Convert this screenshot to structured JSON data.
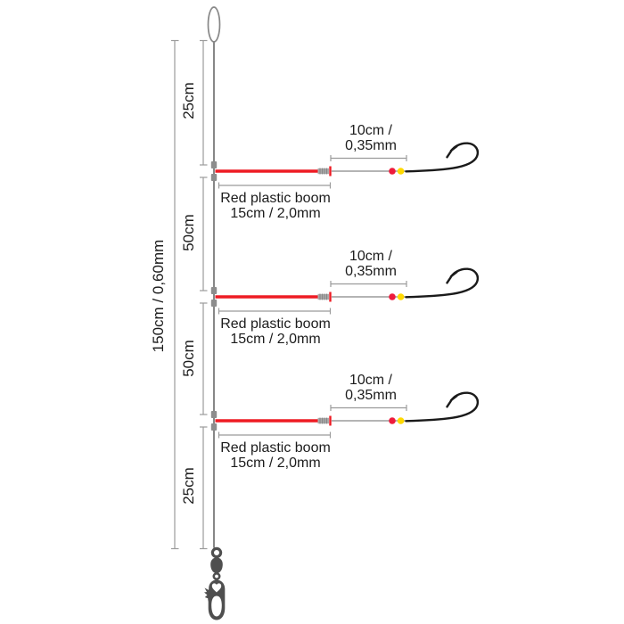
{
  "measurements": {
    "total_label": "150cm / 0,60mm",
    "segments": [
      "25cm",
      "50cm",
      "50cm",
      "25cm"
    ]
  },
  "booms": [
    {
      "leader_line1": "10cm /",
      "leader_line2": "0,35mm",
      "boom_line1": "Red plastic boom",
      "boom_line2": "15cm / 2,0mm"
    },
    {
      "leader_line1": "10cm /",
      "leader_line2": "0,35mm",
      "boom_line1": "Red plastic boom",
      "boom_line2": "15cm / 2,0mm"
    },
    {
      "leader_line1": "10cm /",
      "leader_line2": "0,35mm",
      "boom_line1": "Red plastic boom",
      "boom_line2": "15cm / 2,0mm"
    }
  ],
  "colors": {
    "main_line": "#878787",
    "dim_line": "#9b9b9b",
    "connector_gray": "#8d8d8d",
    "coil_gray": "#ababab",
    "boom_red": "#ee1b23",
    "bead_red": "#ee1b3c",
    "bead_yellow": "#ffd900",
    "hook_black": "#1a1a1a",
    "hardware_gray": "#4f4f4f",
    "text_black": "#1c1c1c"
  }
}
